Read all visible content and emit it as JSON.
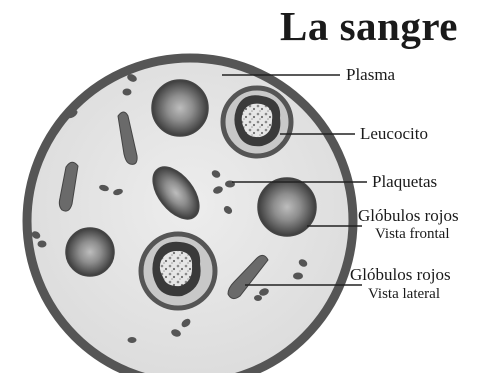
{
  "title": "La sangre",
  "labels": {
    "plasma": "Plasma",
    "leucocito": "Leucocito",
    "plaquetas": "Plaquetas",
    "globulos_rojos_frontal": "Glóbulos rojos",
    "vista_frontal": "Vista frontal",
    "globulos_rojos_lateral": "Glóbulos rojos",
    "vista_lateral": "Vista lateral"
  }
}
